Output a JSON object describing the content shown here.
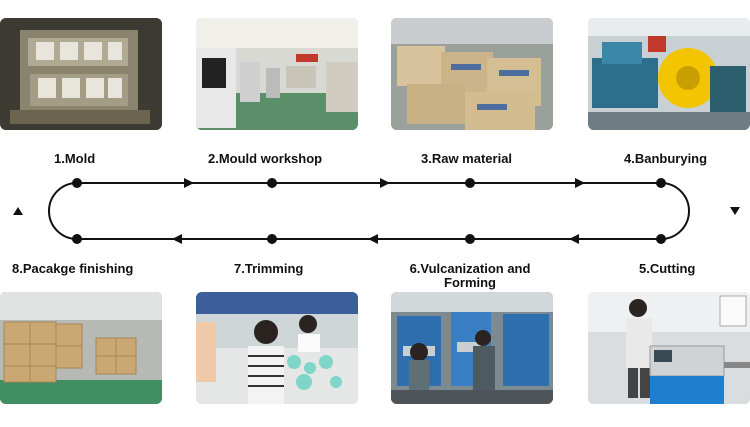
{
  "steps": [
    {
      "number": 1,
      "label": "1.Mold"
    },
    {
      "number": 2,
      "label": "2.Mould workshop"
    },
    {
      "number": 3,
      "label": "3.Raw material"
    },
    {
      "number": 4,
      "label": "4.Banburying"
    },
    {
      "number": 5,
      "label": "5.Cutting"
    },
    {
      "number": 6,
      "label": "6.Vulcanization and Forming"
    },
    {
      "number": 7,
      "label": "7.Trimming"
    },
    {
      "number": 8,
      "label": "8.Pacakge finishing"
    }
  ],
  "colors": {
    "line": "#111111",
    "text": "#111111"
  }
}
